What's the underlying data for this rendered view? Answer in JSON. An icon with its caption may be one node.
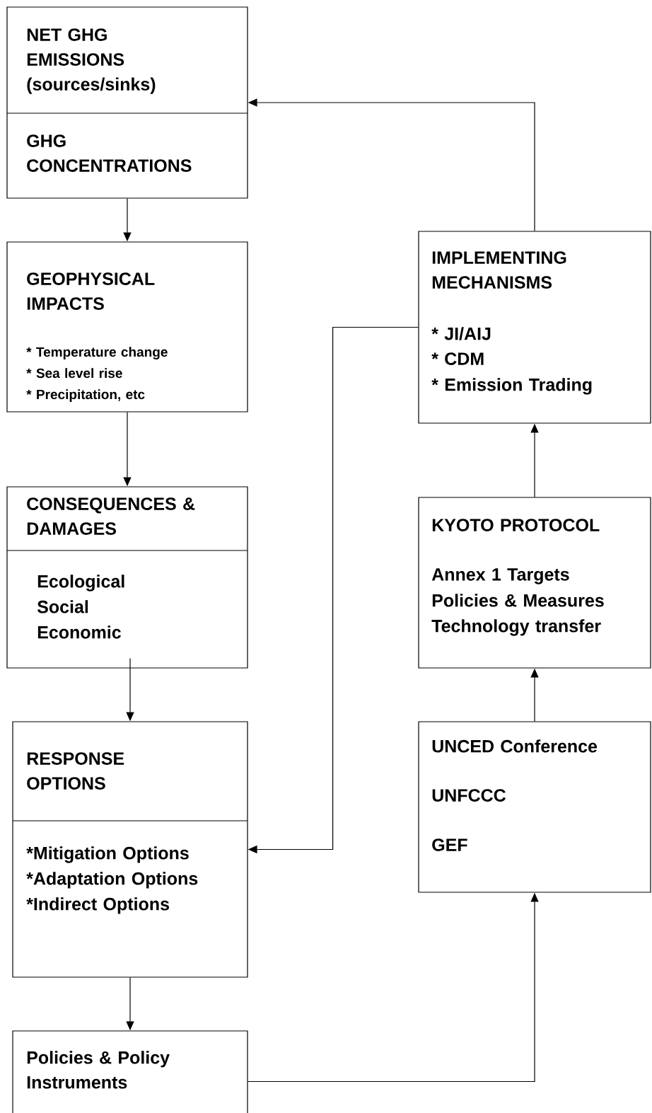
{
  "diagram": {
    "nodes": [
      {
        "text": [
          "NET GHG EMISSIONS (sources/sinks)",
          "GHG CONCENTRATIONS"
        ]
      },
      {
        "text": [
          "GEOPHYSICAL IMPACTS",
          "*  Temperature change",
          "*  Sea level rise",
          "*  Precipitation, etc"
        ]
      },
      {
        "text": [
          "CONSEQUENCES & DAMAGES",
          "Ecological",
          "Social",
          "Economic"
        ]
      },
      {
        "text": [
          "RESPONSE OPTIONS",
          "*Mitigation Options",
          "*Adaptation Options",
          "*Indirect Options"
        ]
      },
      {
        "text": [
          "Policies & Policy Instruments"
        ]
      },
      {
        "text": [
          "IMPLEMENTING MECHANISMS",
          "*  JI/AIJ",
          "*  CDM",
          "*  Emission Trading"
        ]
      },
      {
        "text": [
          "KYOTO PROTOCOL",
          "Annex 1 Targets",
          "Policies & Measures",
          "Technology transfer"
        ]
      },
      {
        "text": [
          "UNCED Conference",
          "UNFCCC",
          "GEF"
        ]
      }
    ],
    "edges": [
      {
        "from": 0,
        "to": 1,
        "arrow": "to"
      },
      {
        "from": 1,
        "to": 2,
        "arrow": "to"
      },
      {
        "from": 2,
        "to": 3,
        "arrow": "to"
      },
      {
        "from": 3,
        "to": 4,
        "arrow": "to"
      },
      {
        "from": 4,
        "to": 7,
        "arrow": "to"
      },
      {
        "from": 7,
        "to": 6,
        "arrow": "to"
      },
      {
        "from": 6,
        "to": 5,
        "arrow": "to"
      },
      {
        "from": 5,
        "to": 0,
        "arrow": "to"
      },
      {
        "from": 5,
        "to": 3,
        "arrow": "to"
      }
    ]
  }
}
